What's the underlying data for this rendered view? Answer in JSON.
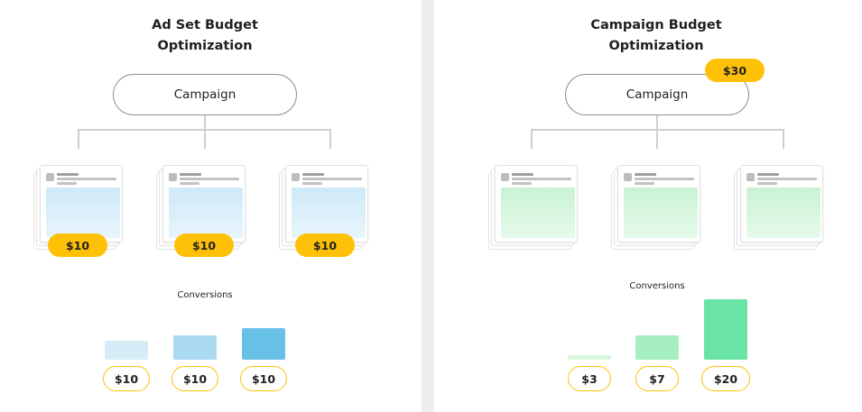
{
  "left": {
    "title_line1": "Ad Set Budget",
    "title_line2": "Optimization",
    "campaign_label": "Campaign",
    "adsets": [
      {
        "budget": "$10"
      },
      {
        "budget": "$10"
      },
      {
        "budget": "$10"
      }
    ],
    "conversions_label": "Conversions",
    "conversions": [
      {
        "value": "$10"
      },
      {
        "value": "$10"
      },
      {
        "value": "$10"
      }
    ]
  },
  "right": {
    "title_line1": "Campaign Budget",
    "title_line2": "Optimization",
    "campaign_label": "Campaign",
    "campaign_budget": "$30",
    "conversions_label": "Conversions",
    "conversions": [
      {
        "value": "$3"
      },
      {
        "value": "$7"
      },
      {
        "value": "$20"
      }
    ]
  },
  "colors": {
    "budget_pill": "#ffc107",
    "left_media": "#cde9f7",
    "right_media": "#c9f2d3",
    "left_bars": [
      "#d6ecf6",
      "#a9daf1",
      "#67c1e6"
    ],
    "right_bars": [
      "#d8f6de",
      "#a6efc1",
      "#6ae3a7"
    ]
  }
}
